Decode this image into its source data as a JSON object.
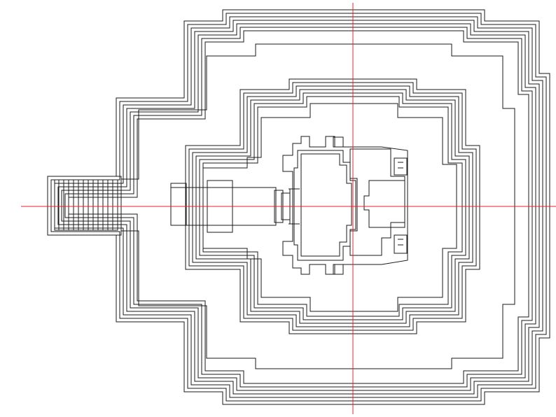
{
  "diagram": {
    "kind": "architectural floor plan",
    "text_labels": [],
    "colors": {
      "outline": "#1a1a1a",
      "axis_lines": "#e8212e",
      "background": "#ffffff",
      "ring_light": "#fde7cf",
      "ring_mid": "#f8cfa0",
      "ring_dark": "#f3bb84",
      "ring_deep": "#efae72",
      "inner_terrace": "#fccb8f",
      "sanctum_room": "#fde2c4",
      "sanctum_hall": "#ffffff"
    },
    "outer_enclosure_rings": 7,
    "inner_platform_rings": 6
  }
}
